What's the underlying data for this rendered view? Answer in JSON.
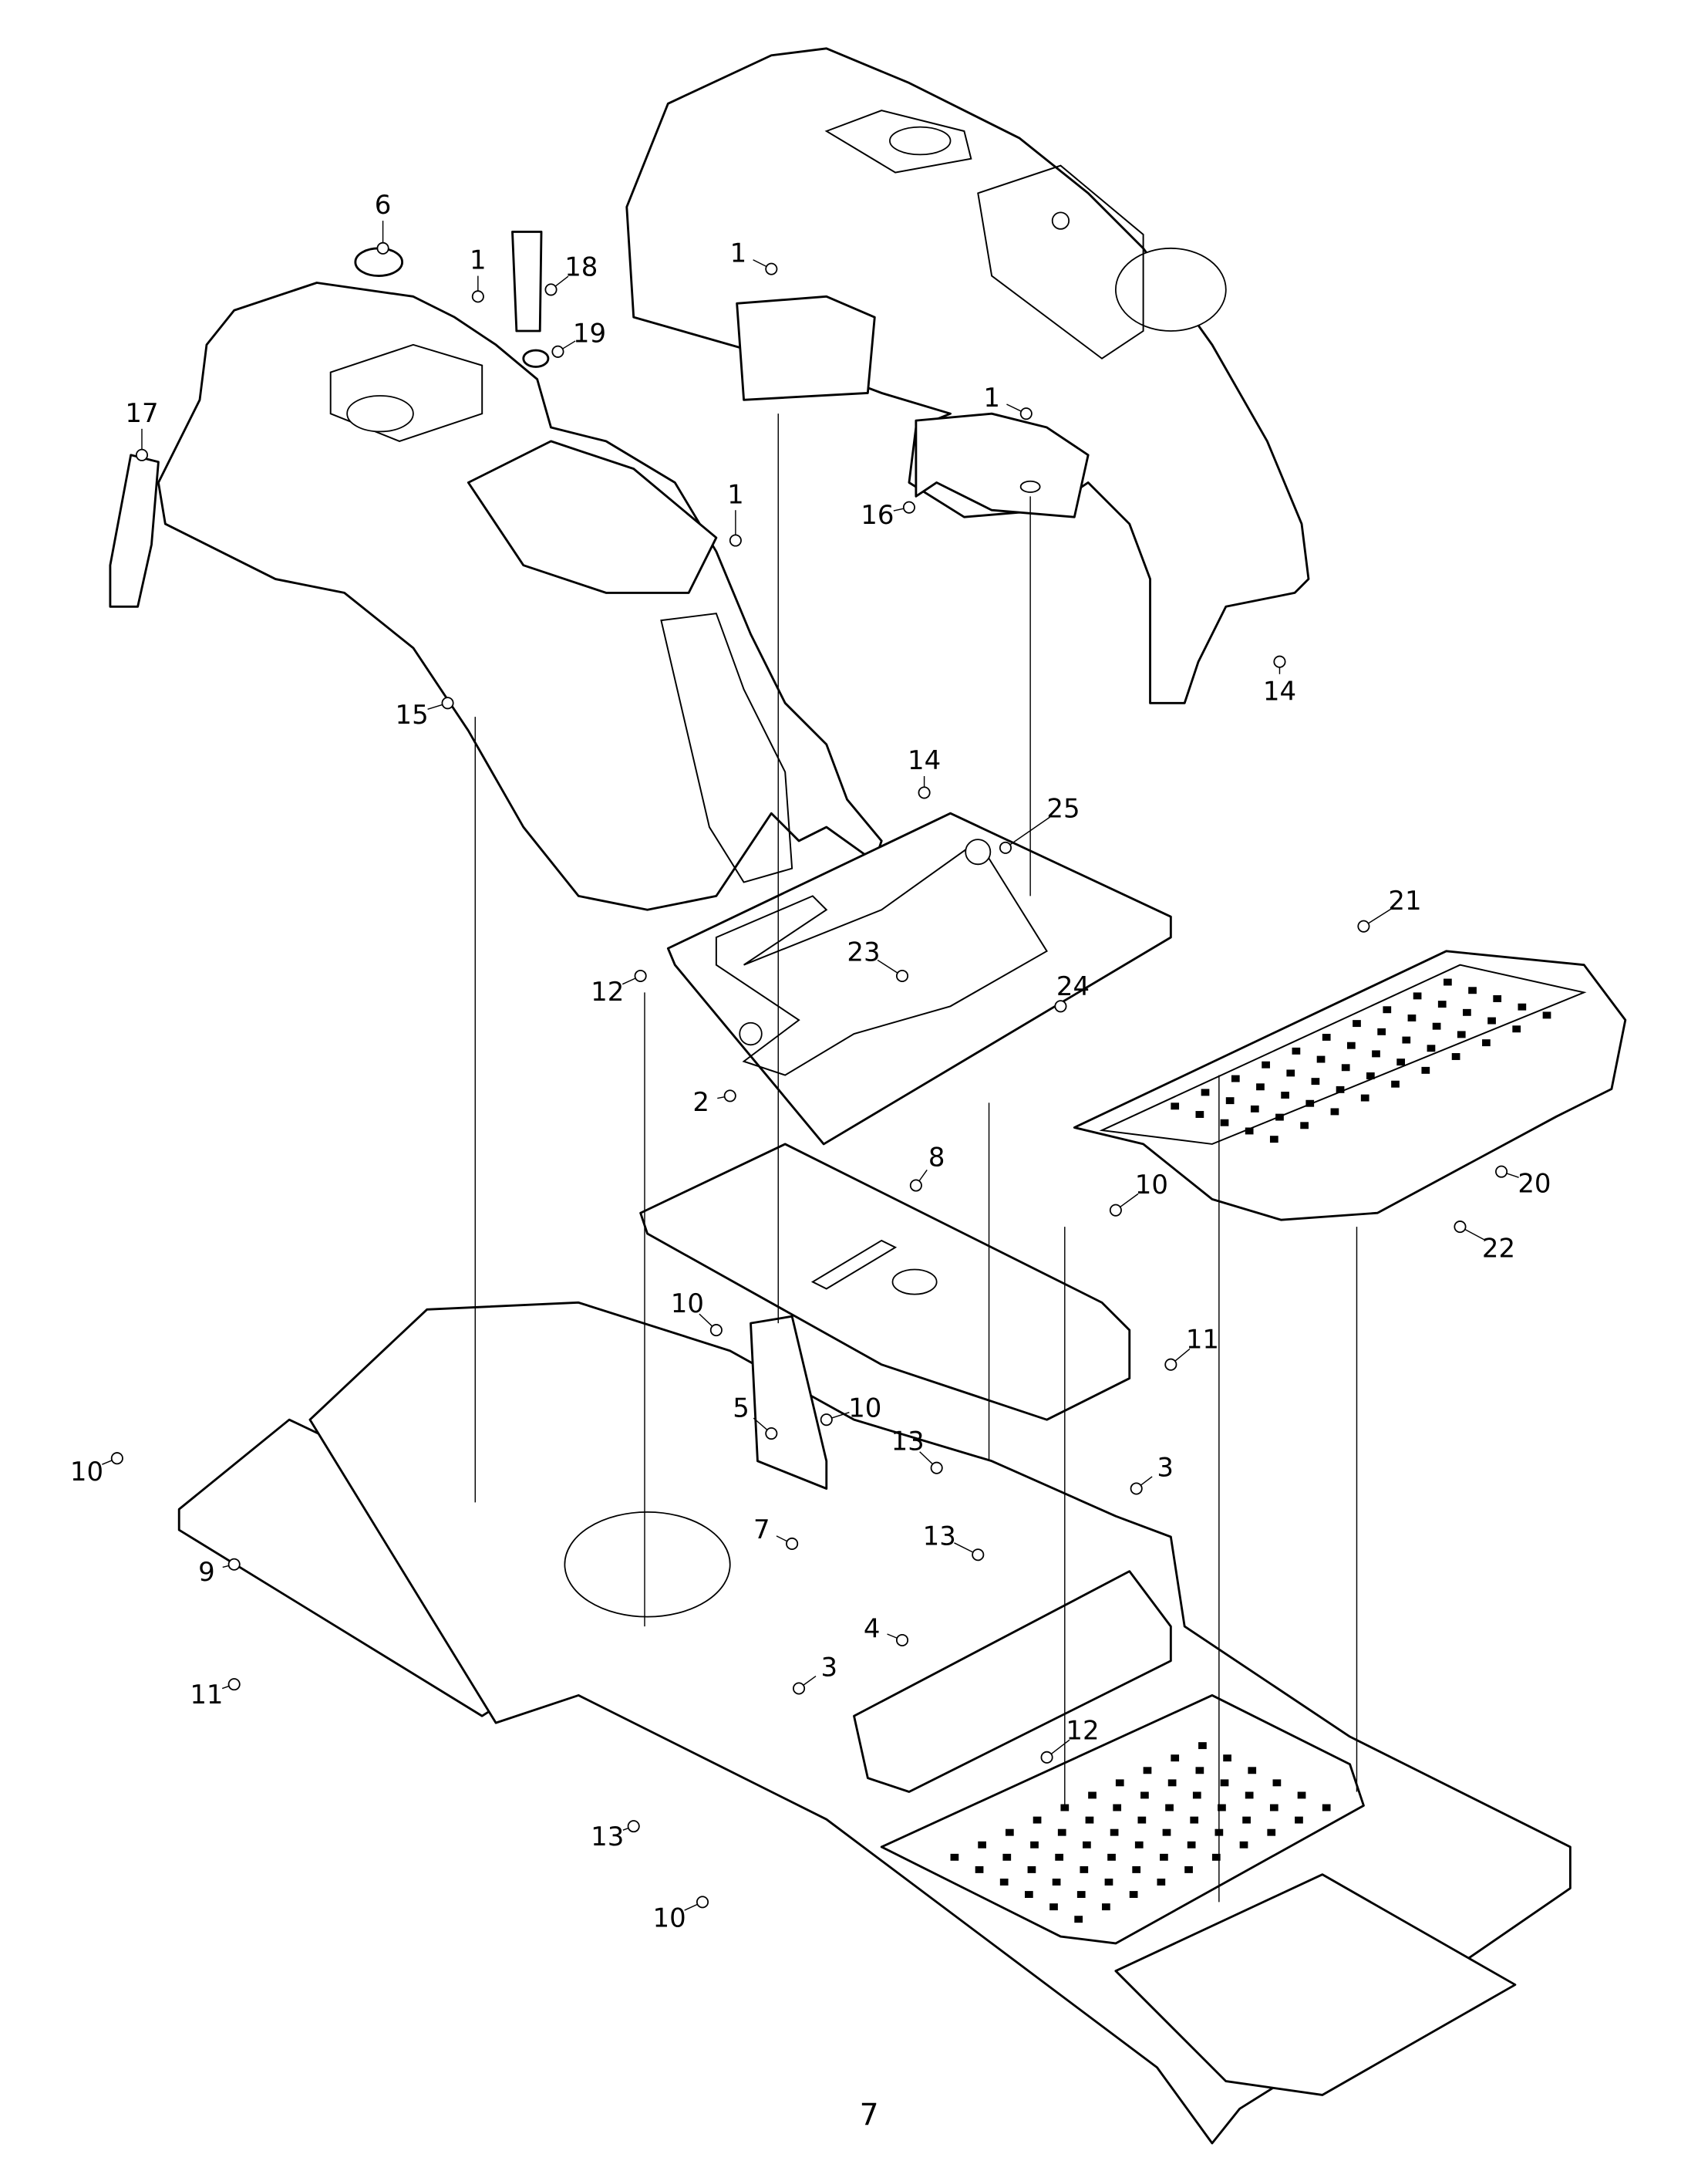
{
  "diagram": {
    "callouts": [
      "6",
      "1",
      "18",
      "19",
      "17",
      "1",
      "15",
      "1",
      "1",
      "16",
      "14",
      "14",
      "25",
      "12",
      "23",
      "24",
      "2",
      "8",
      "21",
      "20",
      "22",
      "10",
      "10",
      "11",
      "10",
      "5",
      "13",
      "3",
      "10",
      "7",
      "13",
      "9",
      "4",
      "3",
      "11",
      "12",
      "13",
      "10"
    ],
    "page_number": "7"
  }
}
